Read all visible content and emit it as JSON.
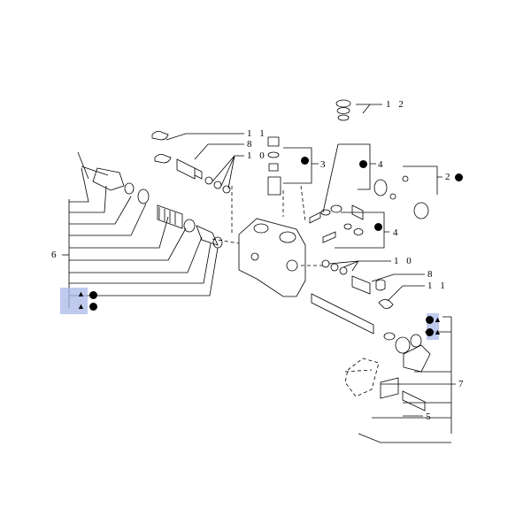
{
  "callouts": {
    "c1": "1 2",
    "c2": "1 1",
    "c3": "8",
    "c4": "1 0",
    "c5": "3",
    "c6": "4",
    "c7": "2",
    "c8": "4",
    "c9": "6",
    "c10": "1 0",
    "c11": "8",
    "c12": "1 1",
    "c13": "7",
    "c14": "5"
  },
  "colors": {
    "hotspot": "#aab8e8",
    "line": "#000000"
  },
  "icons": {
    "marker": "filled-circle-icon",
    "triangle": "triangle-up-icon"
  }
}
